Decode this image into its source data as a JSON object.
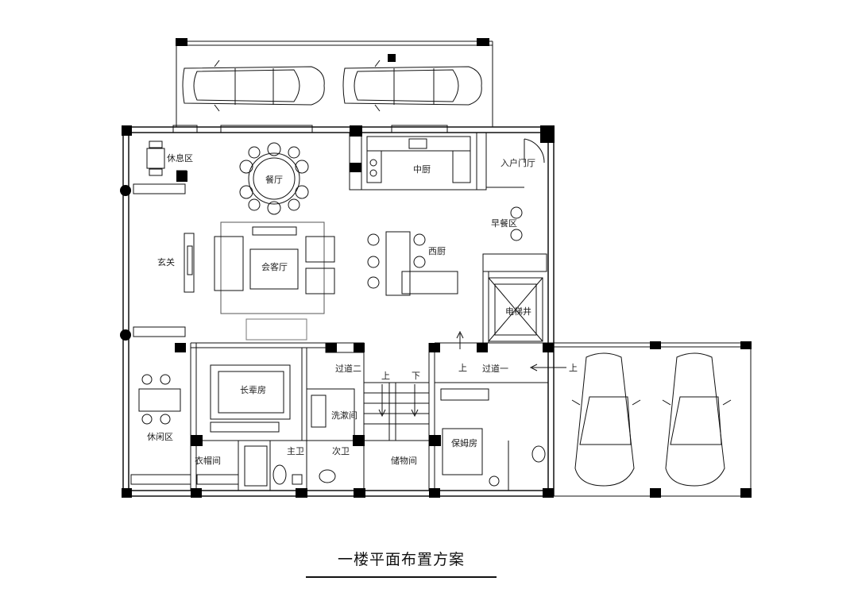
{
  "title": "一楼平面布置方案",
  "rooms": {
    "rest_area": "休息区",
    "dining": "餐厅",
    "chinese_kitchen": "中厨",
    "entry_foyer": "入户门厅",
    "breakfast_area": "早餐区",
    "foyer": "玄关",
    "living_room": "会客厅",
    "western_kitchen": "西厨",
    "elevator_shaft": "电梯井",
    "corridor_two": "过道二",
    "corridor_one": "过道一",
    "elder_room": "长辈房",
    "wash_room": "洗漱间",
    "leisure_area": "休闲区",
    "cloakroom": "衣帽间",
    "master_bath": "主卫",
    "second_bath": "次卫",
    "storage_room": "储物间",
    "nanny_room": "保姆房"
  },
  "stair_labels": {
    "up_left": "上",
    "down": "下",
    "up_corridor": "上",
    "up_garage": "上"
  },
  "colors": {
    "line": "#111111",
    "column": "#000000",
    "background": "#ffffff"
  }
}
